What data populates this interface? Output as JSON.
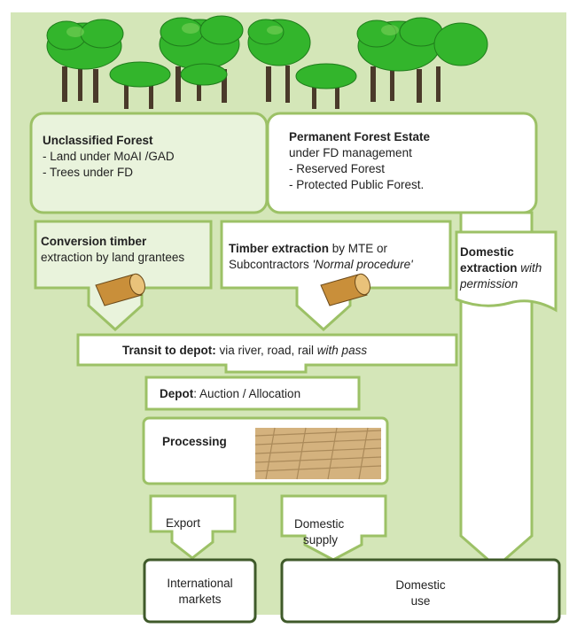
{
  "colors": {
    "background": "#d4e6b8",
    "box_border": "#9cc166",
    "box_fill": "#ffffff",
    "light_fill": "#e9f3dc",
    "dark_border": "#3f5a2a",
    "tree_green": "#2fb52a",
    "trunk": "#4a3a2a"
  },
  "unclassified": {
    "title": "Unclassified Forest",
    "line1": "- Land under MoAI /GAD",
    "line2": "- Trees under FD"
  },
  "permanent": {
    "title": "Permanent Forest Estate",
    "line1": "under FD management",
    "line2": "- Reserved Forest",
    "line3": "- Protected Public Forest."
  },
  "conversion": {
    "title": "Conversion timber",
    "line1": "extraction by land grantees"
  },
  "timber": {
    "title": "Timber extraction",
    "rest": " by MTE or",
    "line2_a": "Subcontractors ",
    "line2_b": "'Normal procedure'"
  },
  "domestic_extraction": {
    "title1": "Domestic",
    "title2": "extraction",
    "rest": " with",
    "line3": "permission"
  },
  "transit": {
    "bold": "Transit to depot:",
    "plain": " via river, road, rail ",
    "italic": "with pass"
  },
  "depot": {
    "bold": "Depot",
    "plain": ": Auction / Allocation"
  },
  "processing": {
    "label": "Processing"
  },
  "export": {
    "label": "Export"
  },
  "domestic_supply": {
    "line1": "Domestic",
    "line2": "supply"
  },
  "international": {
    "line1": "International",
    "line2": "markets"
  },
  "domestic_use": {
    "line1": "Domestic",
    "line2": "use"
  },
  "icons": [
    "tree-icon",
    "log-icon",
    "lumber-planks-image"
  ]
}
